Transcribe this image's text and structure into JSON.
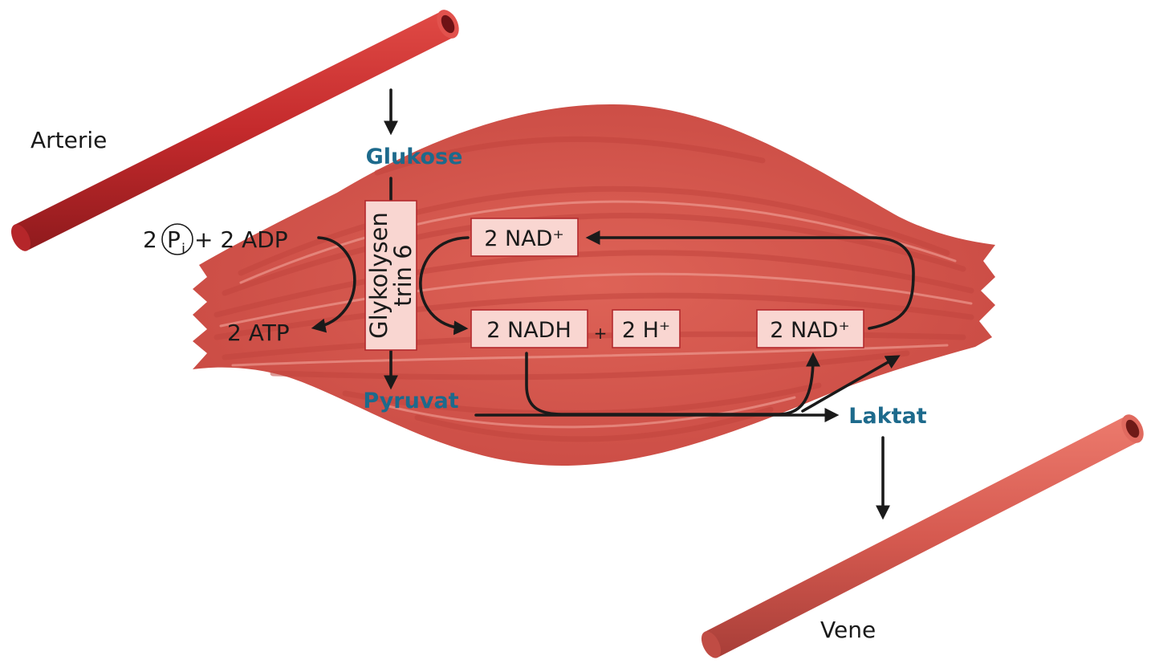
{
  "labels": {
    "artery": "Arterie",
    "vein": "Vene",
    "glucose": "Glukose",
    "pyruvate": "Pyruvat",
    "lactate": "Laktat",
    "atp": "2 ATP",
    "pi_coeff": "2",
    "pi_letter": "P",
    "pi_sub": "i",
    "adp": "+ 2 ADP",
    "plus": "+"
  },
  "glycolysis_box": {
    "line1": "Glykolysen",
    "line2": "trin 6"
  },
  "boxes": {
    "nad_top": "2 NAD⁺",
    "nadh": "2 NADH",
    "h_plus": "2 H⁺",
    "nad_right": "2 NAD⁺"
  },
  "colors": {
    "muscle": "#d6574f",
    "muscle_stripe": "#c2453e",
    "artery": "#c42a2c",
    "vein": "#d65a50",
    "label_blue": "#1d6a8c",
    "box_fill": "#f9d6d1",
    "box_border": "#b32a2e"
  }
}
